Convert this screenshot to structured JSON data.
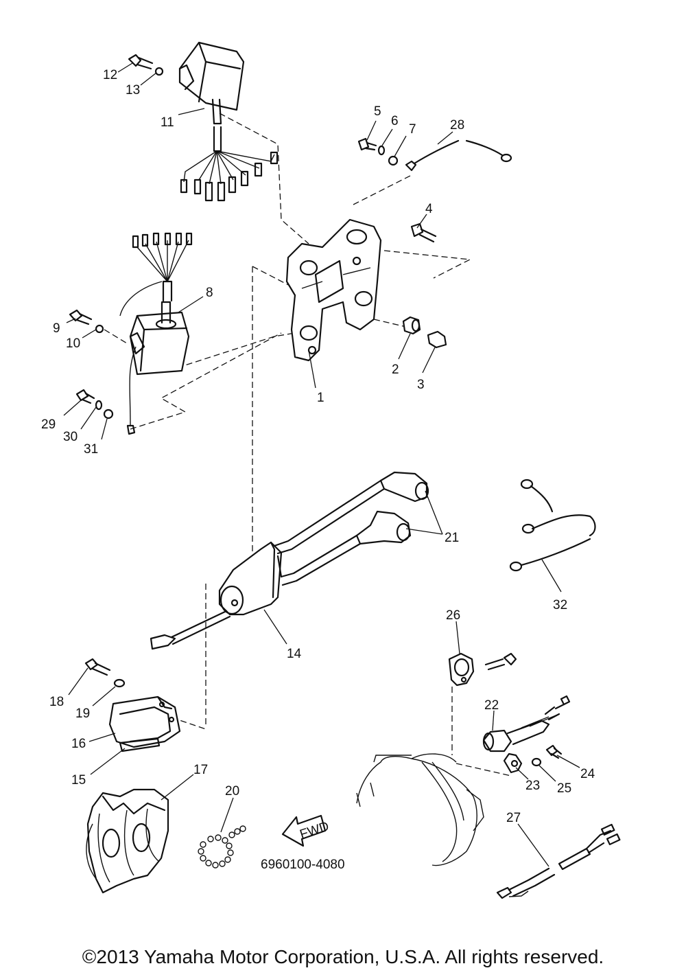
{
  "diagram": {
    "callouts": [
      "1",
      "2",
      "3",
      "4",
      "5",
      "6",
      "7",
      "8",
      "9",
      "10",
      "11",
      "12",
      "13",
      "14",
      "15",
      "16",
      "17",
      "18",
      "19",
      "20",
      "21",
      "22",
      "23",
      "24",
      "25",
      "26",
      "27",
      "28",
      "29",
      "30",
      "31",
      "32"
    ],
    "fwd_label": "FWD",
    "part_code": "6960100-4080"
  },
  "footer": {
    "copyright": "©2013 Yamaha Motor Corporation, U.S.A. All rights reserved."
  }
}
